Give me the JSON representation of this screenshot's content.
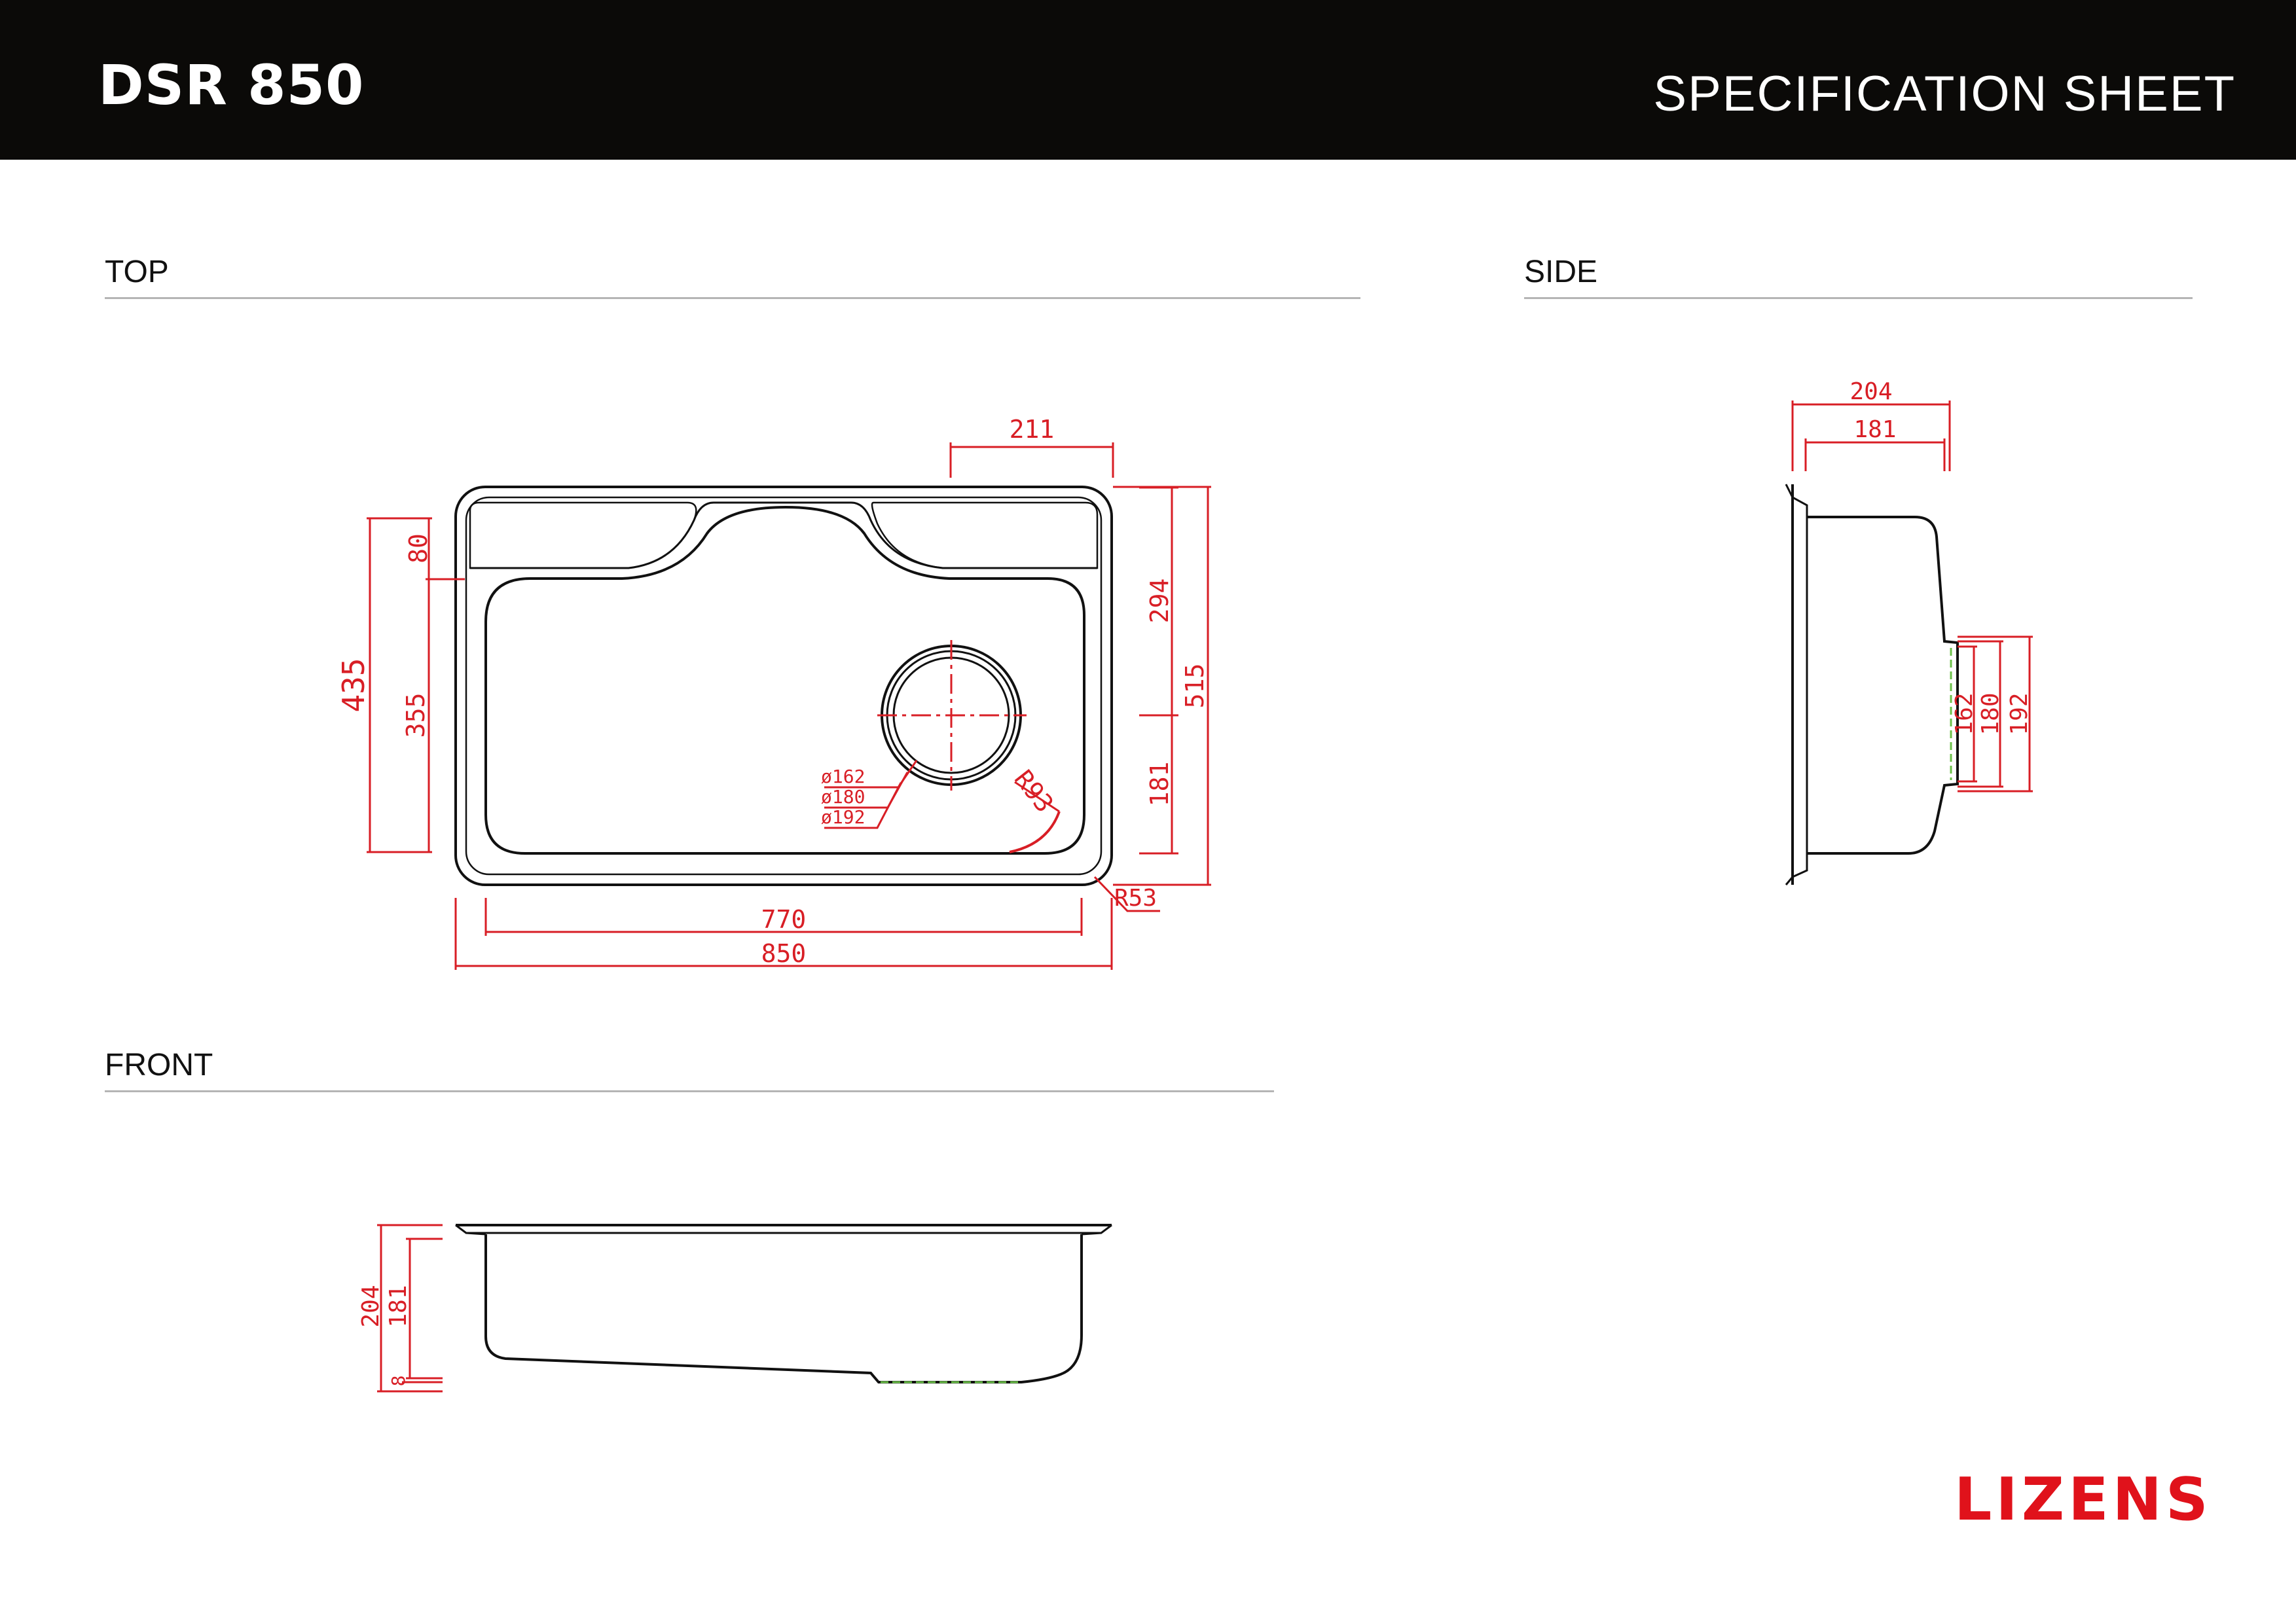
{
  "header": {
    "model": "DSR 850",
    "sheet_title": "SPECIFICATION SHEET"
  },
  "sections": {
    "top": "TOP",
    "side": "SIDE",
    "front": "FRONT"
  },
  "top_dims": {
    "d211": "211",
    "d80": "80",
    "d435": "435",
    "d355": "355",
    "d294": "294",
    "d515": "515",
    "d181": "181",
    "d162": "ø162",
    "d180": "ø180",
    "d192": "ø192",
    "dR93": "R93",
    "dR53": "R53",
    "d770": "770",
    "d850": "850"
  },
  "side_dims": {
    "d204": "204",
    "d181": "181",
    "d162": "162",
    "d180": "180",
    "d192": "192"
  },
  "front_dims": {
    "d204": "204",
    "d181": "181",
    "d8": "8"
  },
  "brand": {
    "logo": "LIZENS"
  },
  "colors": {
    "dimension": "#d81e25",
    "outline": "#111111",
    "drain": "#6cc04a",
    "header": "#0b0a08",
    "logo": "#e0121b"
  }
}
